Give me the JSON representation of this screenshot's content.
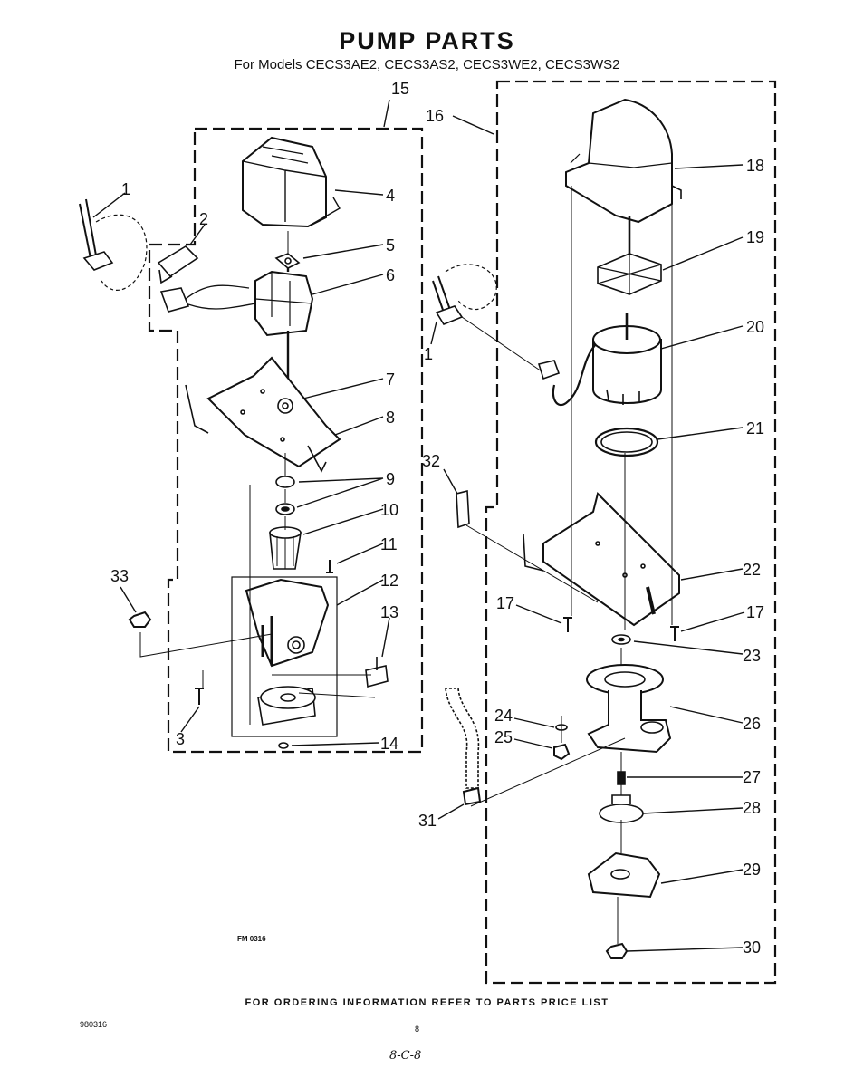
{
  "title": "PUMP PARTS",
  "subtitle": "For Models CECS3AE2, CECS3AS2, CECS3WE2, CECS3WS2",
  "footer": {
    "ordering": "FOR ORDERING INFORMATION REFER TO PARTS PRICE LIST",
    "doc_number": "980316",
    "page_number": "8",
    "handwritten": "8-C-8",
    "figure_code": "FM 0316"
  },
  "callouts": [
    "1",
    "2",
    "3",
    "4",
    "5",
    "6",
    "7",
    "8",
    "9",
    "10",
    "11",
    "12",
    "13",
    "14",
    "15",
    "16",
    "17",
    "17",
    "18",
    "19",
    "20",
    "21",
    "22",
    "23",
    "24",
    "25",
    "26",
    "27",
    "28",
    "29",
    "30",
    "31",
    "32",
    "33",
    "1"
  ]
}
